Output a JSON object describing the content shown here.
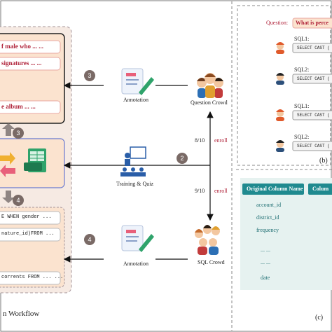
{
  "left_panel": {
    "question_items": [
      "f male who ... ...",
      "signatures ... ...",
      "e album ... ..."
    ],
    "sql_items": [
      "E WHEN gender ...",
      "nature_id)FROM ...",
      "corrents FROM ... ..."
    ],
    "caption": "n Workflow"
  },
  "center": {
    "annotation_top_label": "Annotation",
    "training_label": "Training & Quiz",
    "annotation_bottom_label": "Annotation",
    "question_crowd_label": "Question Crowd",
    "sql_crowd_label": "SQL Crowd",
    "enroll_top_ratio": "8/10",
    "enroll_top_word": "enroll",
    "enroll_bottom_ratio": "9/10",
    "enroll_bottom_word": "enroll",
    "step_badges": [
      "3",
      "2",
      "4",
      "3",
      "4"
    ]
  },
  "right_top": {
    "question_label": "Question:",
    "question_text": "What is perce",
    "sql_rows": [
      {
        "label": "SQL1:",
        "code": "SELECT CAST ("
      },
      {
        "label": "SQL2:",
        "code": "SELECT CAST ("
      },
      {
        "label": "SQL1:",
        "code": "SELECT CAST ("
      },
      {
        "label": "SQL2:",
        "code": "SELECT CAST ("
      }
    ],
    "caption": "(b)"
  },
  "right_bottom": {
    "headers": [
      "Original Column Name",
      "Colum"
    ],
    "rows": [
      "account_id",
      "district_id",
      "frequency",
      "... ...",
      "... ...",
      "date"
    ],
    "caption": "(c)"
  },
  "colors": {
    "panel_fill": "#fbe3cf",
    "teal": "#1f8a8f",
    "accent_red": "#b0233a",
    "badge": "#7a6a66"
  }
}
